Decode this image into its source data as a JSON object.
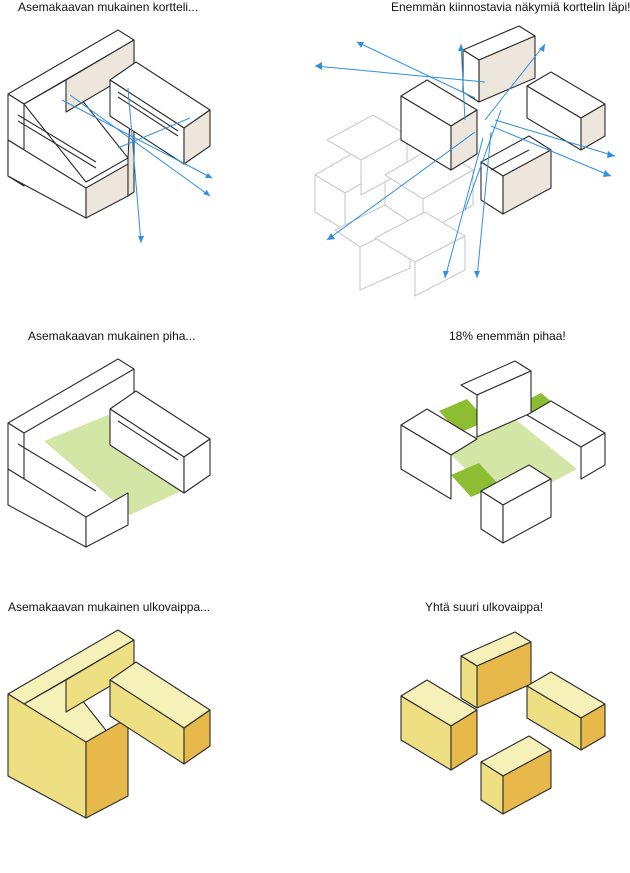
{
  "colors": {
    "wall_light": "#ffffff",
    "wall_side": "#ece6dc",
    "wall_dark": "#d9d0c3",
    "sightline": "#2f8fe0",
    "courtyard": "#d3e6a6",
    "courtyard_gain": "#8cbd33",
    "envelope_top": "#f6f1b8",
    "envelope_front": "#eedf83",
    "envelope_side": "#e7b94a"
  },
  "panels": [
    {
      "id": "sightlines-plan",
      "caption": "Asemakaavan mukainen kortteli..."
    },
    {
      "id": "sightlines-new",
      "caption": "Enemmän kiinnostavia näkymiä korttelin läpi!"
    },
    {
      "id": "courtyard-plan",
      "caption": "Asemakaavan mukainen piha..."
    },
    {
      "id": "courtyard-new",
      "caption": "18% enemmän pihaa!"
    },
    {
      "id": "envelope-plan",
      "caption": "Asemakaavan mukainen ulkovaippa..."
    },
    {
      "id": "envelope-new",
      "caption": "Yhtä suuri ulkovaippa!"
    }
  ]
}
